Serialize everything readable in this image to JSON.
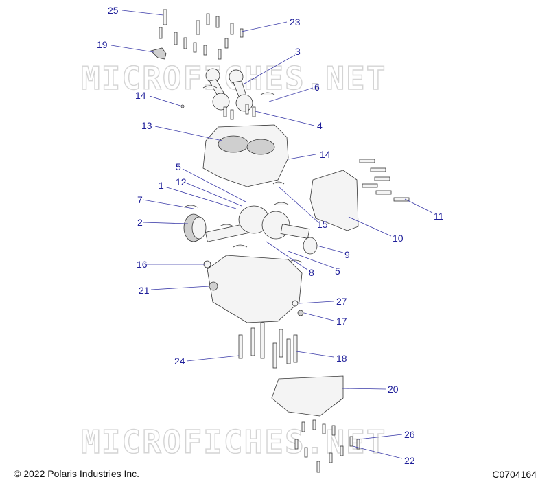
{
  "watermark": "MICROFICHES.NET",
  "footer": {
    "copyright": "© 2022 Polaris Industries Inc.",
    "drawing_code": "C0704164"
  },
  "callouts": [
    "25",
    "23",
    "19",
    "3",
    "14",
    "6",
    "4",
    "13",
    "14",
    "5",
    "1",
    "12",
    "7",
    "2",
    "15",
    "11",
    "10",
    "9",
    "16",
    "8",
    "5",
    "21",
    "27",
    "17",
    "24",
    "18",
    "20",
    "26",
    "22"
  ],
  "colors": {
    "callout": "#1f1f9a",
    "leader": "#3a3aa8",
    "watermark": "#d4d4d4"
  }
}
